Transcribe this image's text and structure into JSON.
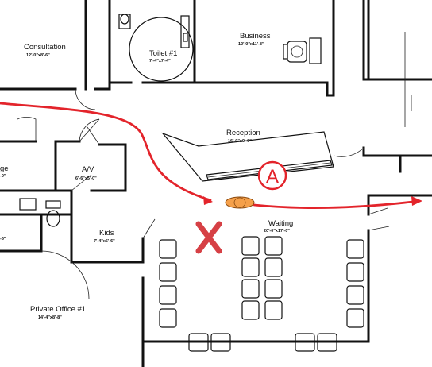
{
  "rooms": [
    {
      "name": "Consultation",
      "dims": "12'-0\"x8'-6\""
    },
    {
      "name": "Toilet #1",
      "dims": "7'-4\"x7'-4\""
    },
    {
      "name": "Business",
      "dims": "12'-0\"x11'-8\""
    },
    {
      "name": "Reception",
      "dims": "16'-0\"x9'-0\""
    },
    {
      "name": "A/V",
      "dims": "6'-6\"x5'-0\""
    },
    {
      "name": "Kids",
      "dims": "7'-4\"x5'-6\""
    },
    {
      "name": "Waiting",
      "dims": "20'-0\"x17'-0\""
    },
    {
      "name": "Private Office #1",
      "dims": "14'-4\"x8'-8\""
    },
    {
      "name": "ge",
      "dims": "-0\""
    },
    {
      "name": "",
      "dims": "-6\""
    }
  ],
  "marker": {
    "letter": "A"
  },
  "colors": {
    "path": "#e3242b",
    "x_mark": "#d64045",
    "person": "#f5a04a",
    "walls": "#111111"
  },
  "icons": [
    "path-arrow-icon",
    "x-mark-icon",
    "person-icon",
    "marker-a-icon"
  ]
}
